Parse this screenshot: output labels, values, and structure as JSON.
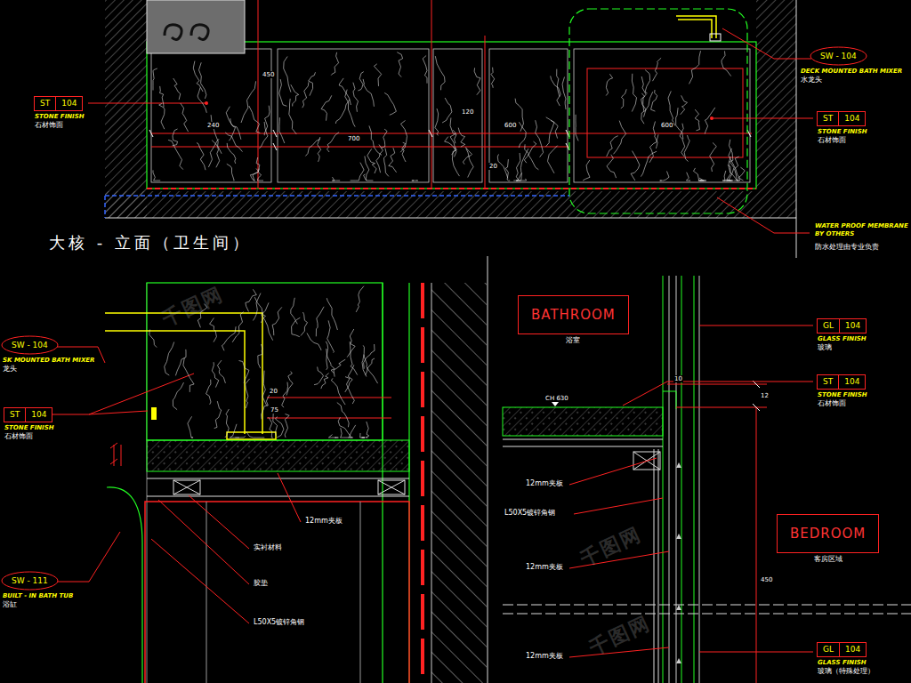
{
  "diagram": {
    "title": "大核 - 立面（卫生间）",
    "nodes": [
      {
        "text": [
          "SW - 104",
          "DECK MOUNTED BATH MIXER",
          "水龙头"
        ]
      },
      {
        "text": [
          "ST",
          "104",
          "STONE FINISH",
          "石材饰面"
        ]
      },
      {
        "text": [
          "ST",
          "104",
          "STONE FINISH",
          "石材饰面"
        ]
      },
      {
        "text": [
          "SW - 104",
          "SK MOUNTED BATH MIXER",
          "龙头"
        ]
      },
      {
        "text": [
          "ST",
          "104",
          "STONE FINISH",
          "石材饰面"
        ]
      },
      {
        "text": [
          "SW - 111",
          "BUILT - IN BATH TUB",
          "浴缸"
        ]
      },
      {
        "text": [
          "BATHROOM",
          "浴室"
        ]
      },
      {
        "text": [
          "GL",
          "104",
          "GLASS FINISH",
          "玻璃"
        ]
      },
      {
        "text": [
          "ST",
          "104",
          "STONE FINISH",
          "石材饰面"
        ]
      },
      {
        "text": [
          "BEDROOM",
          "客房区域"
        ]
      },
      {
        "text": [
          "GL",
          "104",
          "GLASS FINISH",
          "玻璃（特殊处理）"
        ]
      }
    ],
    "labels": [
      "WATER PROOF MEMBRANE BY OTHERS",
      "防水处理由专业负责",
      "240",
      "700",
      "600",
      "600",
      "450",
      "120",
      "20",
      "20",
      "75",
      "12mm夹板",
      "实衬材料",
      "胶垫",
      "L50X5镀锌角钢",
      "CH 630",
      "10",
      "12",
      "12mm夹板",
      "L50X5镀锌角钢",
      "12mm夹板",
      "12mm夹板",
      "450",
      "千图网",
      "千图网",
      "千图网"
    ]
  }
}
